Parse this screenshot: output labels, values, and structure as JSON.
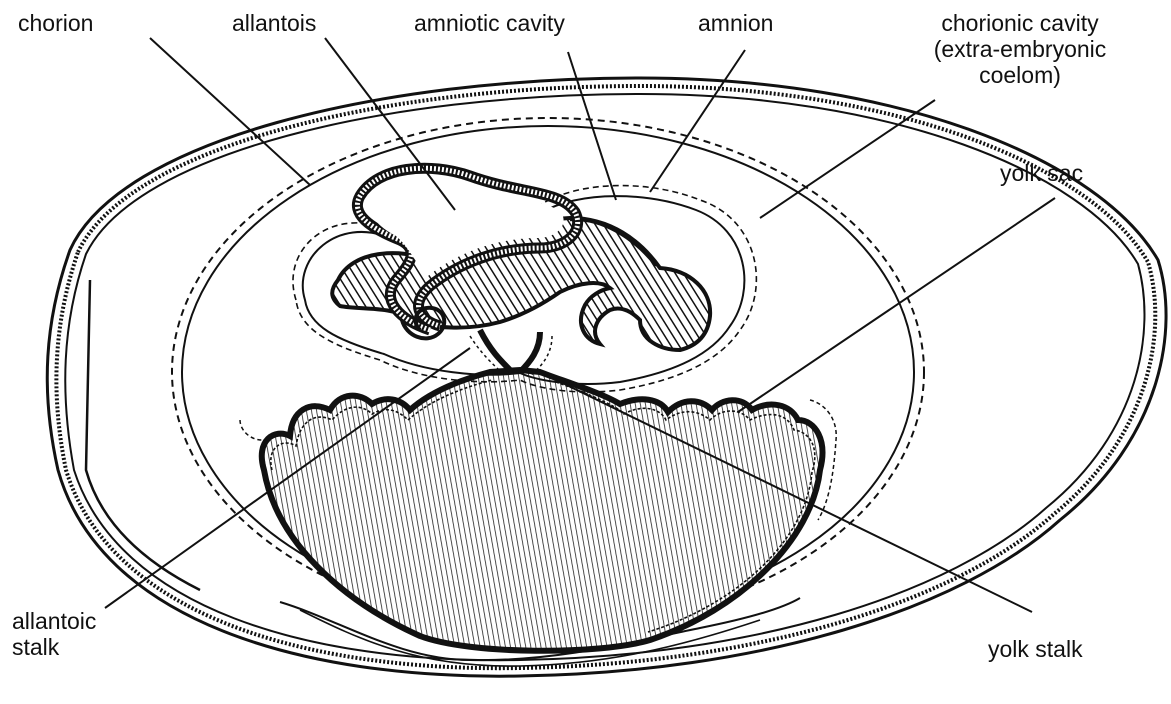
{
  "labels": {
    "chorion": "chorion",
    "allantois": "allantois",
    "amniotic_cavity": "amniotic cavity",
    "amnion": "amnion",
    "chorionic_cavity": [
      "chorionic cavity",
      "(extra-embryonic",
      "coelom)"
    ],
    "yolk_sac": "yolk sac",
    "allantoic_stalk": [
      "allantoic",
      "stalk"
    ],
    "yolk_stalk": "yolk stalk"
  }
}
